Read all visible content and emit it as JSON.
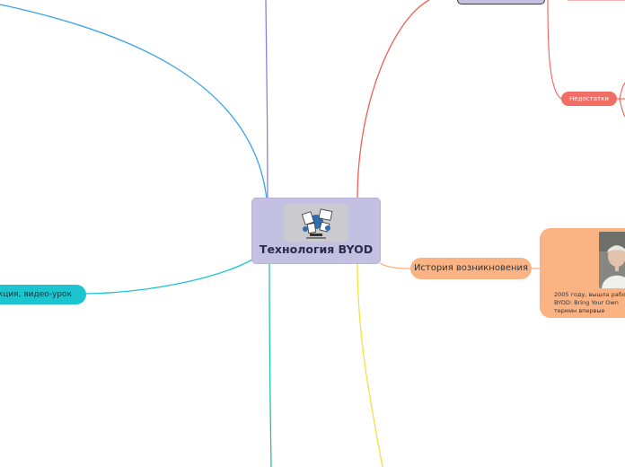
{
  "map": {
    "central": {
      "title": "Технология BYOD",
      "image_icon": "byod-devices-icon"
    },
    "branches": {
      "history": {
        "label": "История возникновения",
        "detail": {
          "text": "2005 году, вышла рабо\nBYOD: Bring Your Own\nтермин впервые",
          "image_icon": "person-portrait-icon"
        }
      },
      "disadvantages": {
        "label": "Недостатки"
      },
      "instruction": {
        "label": "укция, видео-урок"
      }
    },
    "colors": {
      "central": "#c3c0e1",
      "history": "#fbb383",
      "disadvantages": "#f26d63",
      "instruction": "#1cc4cf",
      "link_blue": "#3aa3e3",
      "link_violet": "#8a7fe0",
      "link_red": "#ef5f55",
      "link_yellow": "#f0e040",
      "link_teal": "#1fc1a8"
    }
  }
}
